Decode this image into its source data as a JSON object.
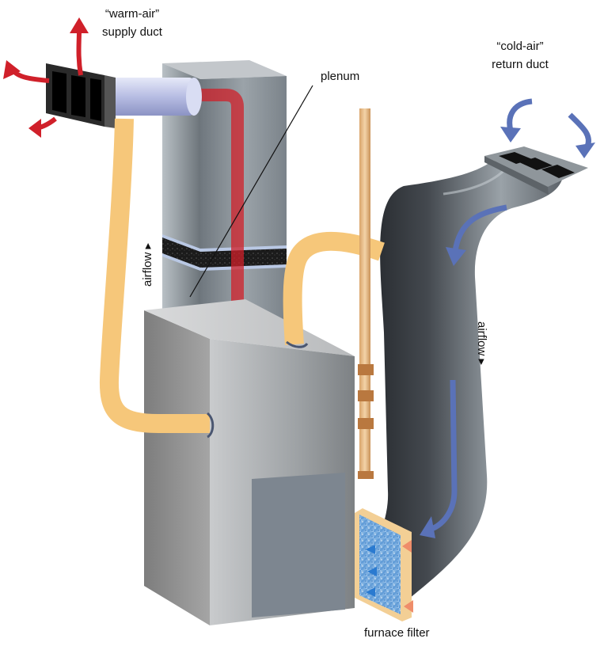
{
  "labels": {
    "supply_line1": "“warm-air”",
    "supply_line2": "supply duct",
    "return_line1": "“cold-air”",
    "return_line2": "return duct",
    "plenum": "plenum",
    "airflow_left": "airflow ▸",
    "airflow_right": "airflow ▸",
    "furnace_filter": "furnace filter"
  },
  "colors": {
    "warm_arrow": "#d0202a",
    "cold_arrow": "#5a72b8",
    "pipe": "#f6c77a",
    "furnace_gray": "#9a9a9a",
    "plenum_gray": "#8a939a",
    "return_duct_dark": "#2f3338"
  }
}
